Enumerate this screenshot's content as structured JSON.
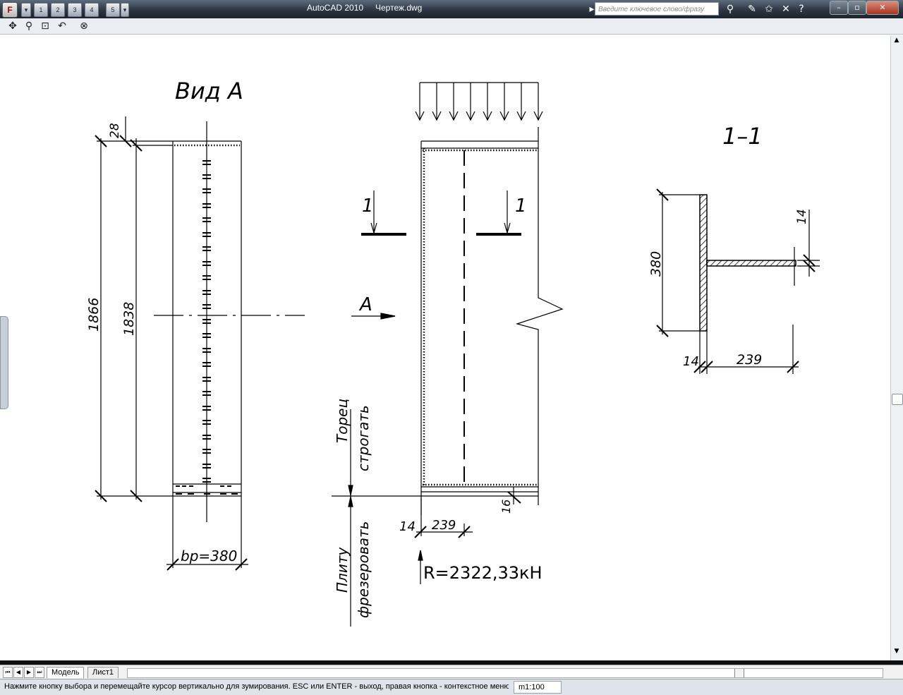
{
  "window": {
    "app_name": "AutoCAD 2010",
    "file_name": "Чертеж.dwg",
    "app_button": "F",
    "search_placeholder": "Введите ключевое слово/фразу"
  },
  "quick_access": [
    "1",
    "2",
    "3",
    "4",
    "5"
  ],
  "toolbar_icons": [
    "pan-icon",
    "zoom-realtime-icon",
    "zoom-window-icon",
    "zoom-previous-icon",
    "close-zoom-icon"
  ],
  "drawing": {
    "view_a_title": "Вид А",
    "dim_28": "28",
    "dim_1866": "1866",
    "dim_1838": "1838",
    "dim_bp": "bp=380",
    "section_mark_left": "1",
    "section_mark_right": "1",
    "view_arrow_label": "А",
    "note_top_1": "Торец",
    "note_top_2": "строгать",
    "note_bottom_1": "Плиту",
    "note_bottom_2": "фрезеровать",
    "dim_14_bottom": "14",
    "dim_239_bottom": "239",
    "dim_16": "16",
    "reaction": "R=2322,33кН",
    "section_title": "1–1",
    "sec_dim_14_top": "14",
    "sec_dim_380": "380",
    "sec_dim_14_bottom": "14",
    "sec_dim_239": "239"
  },
  "tabs": {
    "model": "Модель",
    "sheet": "Лист1"
  },
  "status": {
    "message": "Нажмите кнопку выбора и перемещайте курсор вертикально для зумирования. ESC или ENTER - выход, правая кнопка - контекстное меню.",
    "scale": "m1:100"
  }
}
